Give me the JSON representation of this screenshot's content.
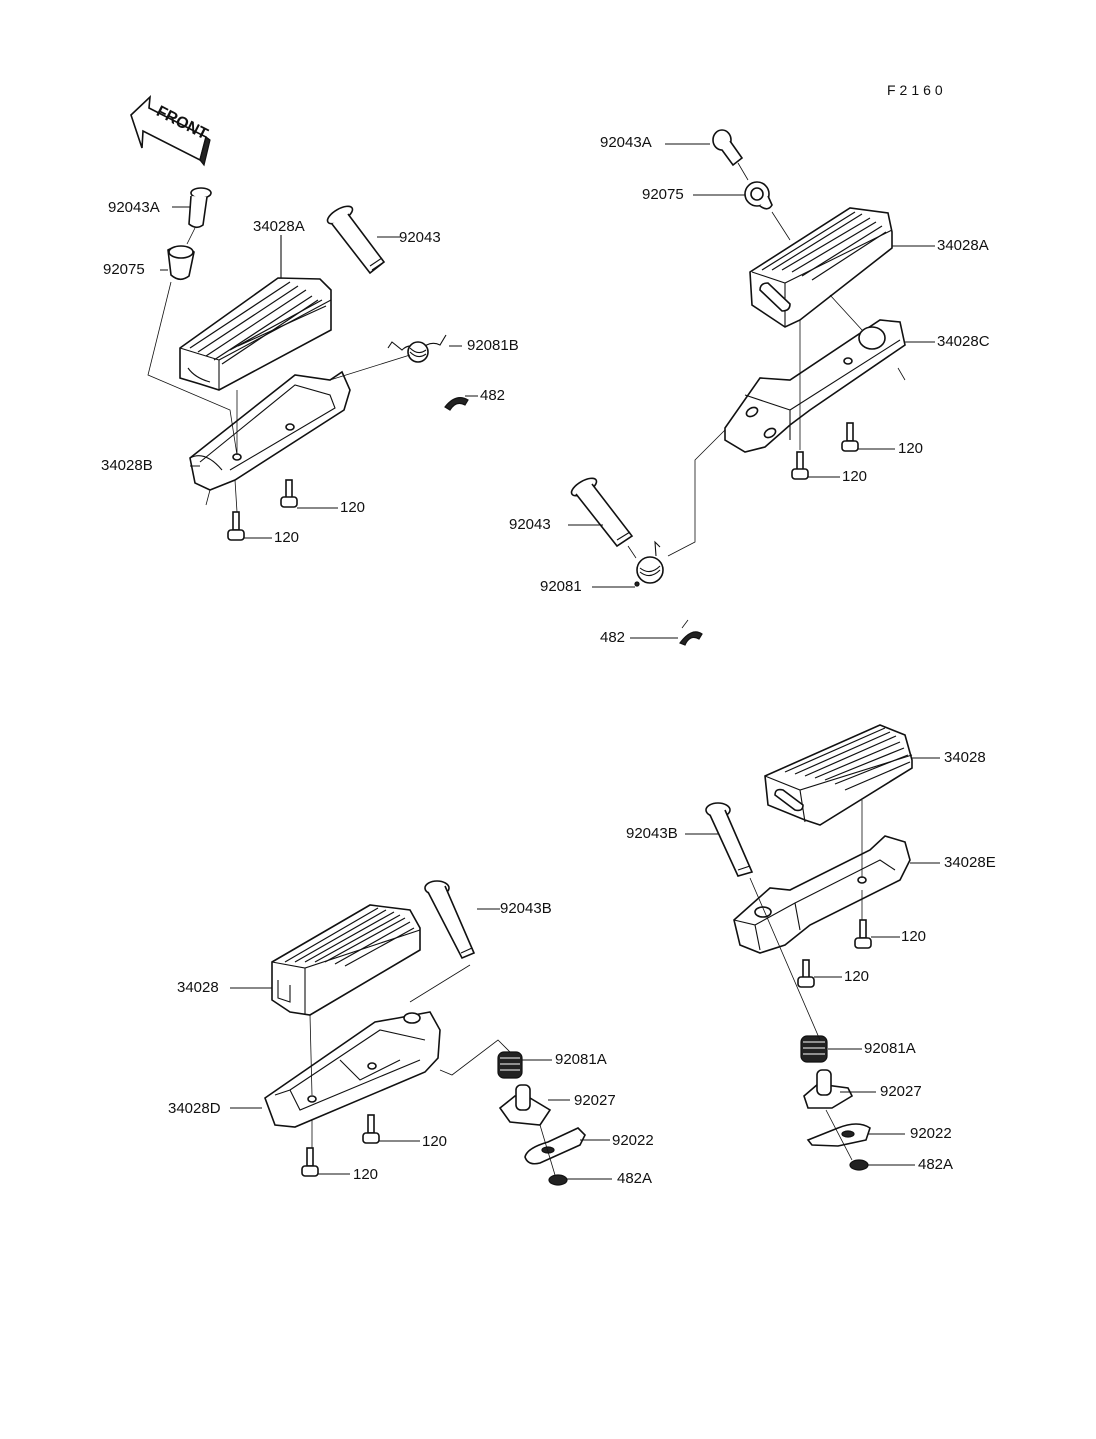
{
  "diagram": {
    "code": "F2160",
    "front_arrow_label": "FRONT",
    "groups": [
      {
        "name": "front-left-footpeg",
        "labels": [
          "92043A",
          "92075",
          "34028A",
          "92043",
          "92081B",
          "482",
          "34028B",
          "120",
          "120"
        ]
      },
      {
        "name": "front-right-footpeg",
        "labels": [
          "92043A",
          "92075",
          "34028A",
          "34028C",
          "120",
          "120",
          "92043",
          "92081",
          "482"
        ]
      },
      {
        "name": "rear-left-footpeg",
        "labels": [
          "92043B",
          "34028",
          "92081A",
          "92027",
          "34028D",
          "92022",
          "120",
          "120",
          "482A"
        ]
      },
      {
        "name": "rear-right-footpeg",
        "labels": [
          "34028",
          "92043B",
          "34028E",
          "120",
          "120",
          "92081A",
          "92027",
          "92022",
          "482A"
        ]
      }
    ]
  }
}
